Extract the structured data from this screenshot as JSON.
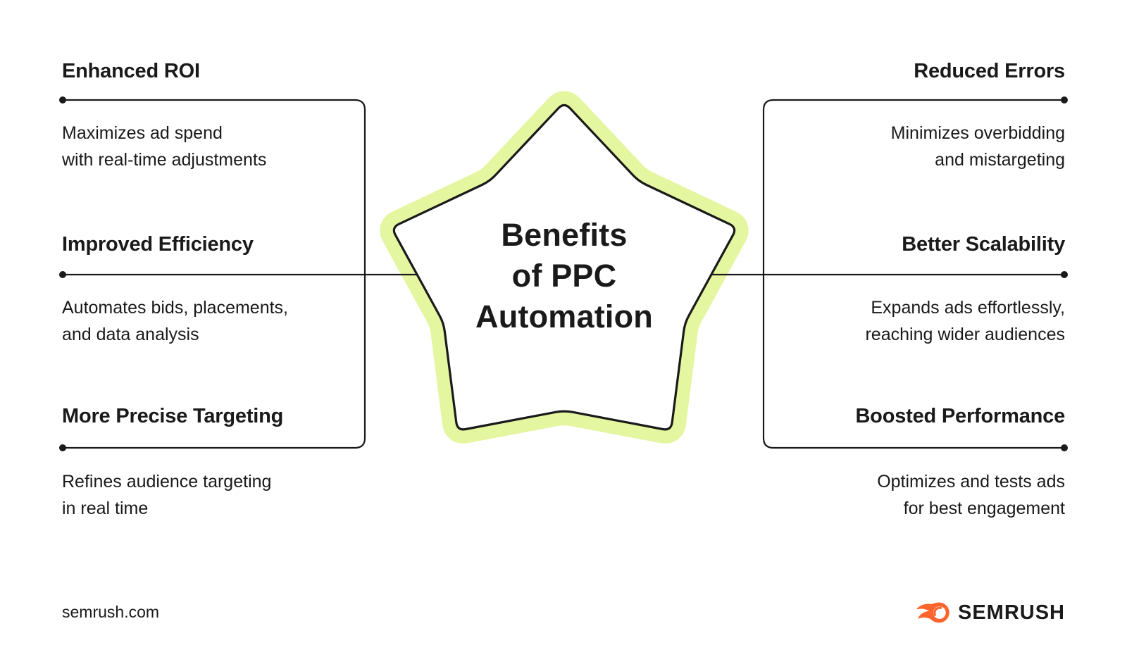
{
  "title": {
    "lines": [
      "Benefits",
      "of PPC",
      "Automation"
    ]
  },
  "left_items": [
    {
      "heading": "Enhanced ROI",
      "body": "Maximizes ad spend\nwith real-time adjustments"
    },
    {
      "heading": "Improved Efficiency",
      "body": "Automates bids, placements,\nand data analysis"
    },
    {
      "heading": "More Precise Targeting",
      "body": "Refines audience targeting\nin real time"
    }
  ],
  "right_items": [
    {
      "heading": "Reduced Errors",
      "body": "Minimizes overbidding\nand mistargeting"
    },
    {
      "heading": "Better Scalability",
      "body": "Expands ads effortlessly,\nreaching wider audiences"
    },
    {
      "heading": "Boosted Performance",
      "body": "Optimizes and tests ads\nfor best engagement"
    }
  ],
  "footer": {
    "website": "semrush.com",
    "brand": "SEMRUSH"
  },
  "icons": {
    "center_shape": "star-badge",
    "brand_icon": "semrush-flame-icon"
  },
  "colors": {
    "ink": "#1a1a1a",
    "glow": "#e5f6a0",
    "orange": "#ff642d",
    "paper": "#ffffff"
  }
}
